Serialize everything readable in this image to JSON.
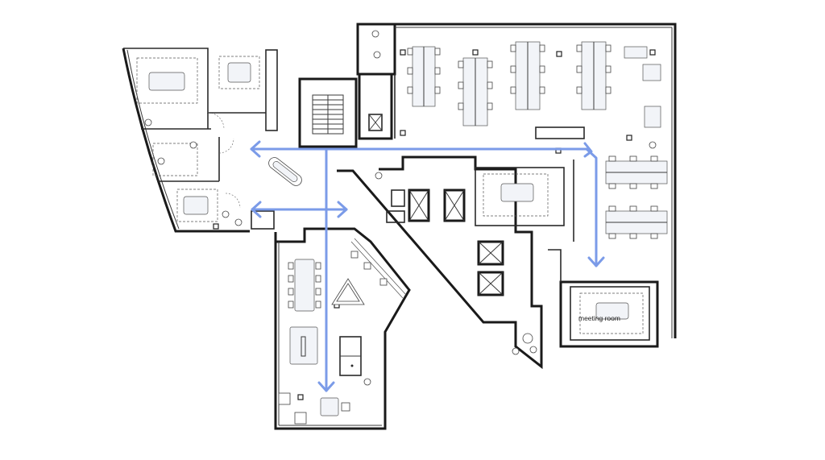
{
  "plan": {
    "labels": {
      "meeting_room": "meeting room"
    },
    "colors": {
      "circulation_arrows": "#7b9be8",
      "walls": "#2a2a2a",
      "background": "#ffffff"
    },
    "circulation_arrows": [
      "north-corridor-west",
      "north-corridor-east",
      "east-turn-south",
      "west-bidirectional",
      "south-wing-down"
    ]
  }
}
